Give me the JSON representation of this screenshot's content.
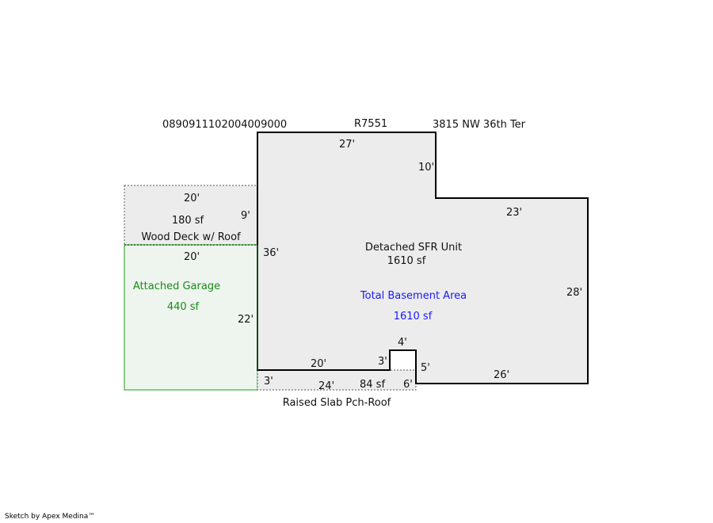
{
  "header": {
    "parcel_id": "0890911102004009000",
    "account": "R7551",
    "address": "3815 NW 36th Ter"
  },
  "main_unit": {
    "label": "Detached SFR Unit",
    "area": "1610 sf",
    "basement_label": "Total Basement Area",
    "basement_area": "1610 sf",
    "dims": {
      "top": "27'",
      "notch_right": "10'",
      "right_top": "23'",
      "right": "28'",
      "bottom_right": "26'",
      "step_right": "5'",
      "step_top": "4'",
      "step_left": "3'",
      "bottom_left": "20'",
      "left": "36'"
    }
  },
  "deck": {
    "label": "Wood Deck w/ Roof",
    "area": "180 sf",
    "dims": {
      "top": "20'",
      "side": "9'"
    }
  },
  "garage": {
    "label": "Attached Garage",
    "area": "440 sf",
    "dims": {
      "top": "20'",
      "side": "22'"
    }
  },
  "porch": {
    "label": "Raised Slab Pch-Roof",
    "area": "84 sf",
    "dims": {
      "left": "3'",
      "bottom": "24'",
      "right": "6'"
    }
  },
  "colors": {
    "basement": "#1a1aff",
    "garage": "#1a8a1a",
    "garage_fill": "#eef5ee",
    "fill": "#ececec"
  },
  "footer": {
    "credit": "Sketch by Apex Medina™"
  }
}
